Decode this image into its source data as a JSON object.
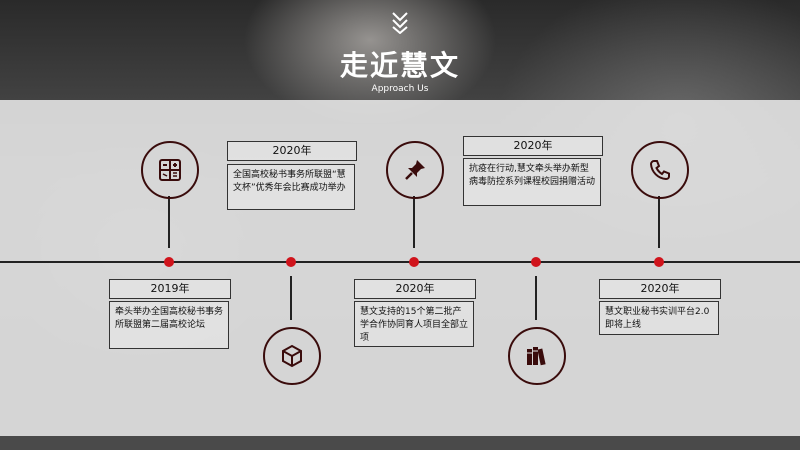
{
  "header": {
    "title": "走近慧文",
    "subtitle": "Approach Us"
  },
  "events": [
    {
      "year": "2019年",
      "text": "牵头举办全国高校秘书事务所联盟第二届高校论坛",
      "icon": "calculator-icon"
    },
    {
      "year": "2020年",
      "text": "全国高校秘书事务所联盟“慧文杯”优秀年会比赛成功举办",
      "icon": "box-icon"
    },
    {
      "year": "2020年",
      "text": "慧文支持的15个第二批产学合作协同育人项目全部立项",
      "icon": "pushpin-icon"
    },
    {
      "year": "2020年",
      "text": "抗疫在行动,慧文牵头举办新型病毒防控系列课程校园捐赠活动",
      "icon": "books-icon"
    },
    {
      "year": "2020年",
      "text": "慧文职业秘书实训平台2.0即将上线",
      "icon": "phone-icon"
    }
  ],
  "colors": {
    "accent": "#d0141c",
    "icon": "#3a0c0c",
    "line": "#222222"
  }
}
